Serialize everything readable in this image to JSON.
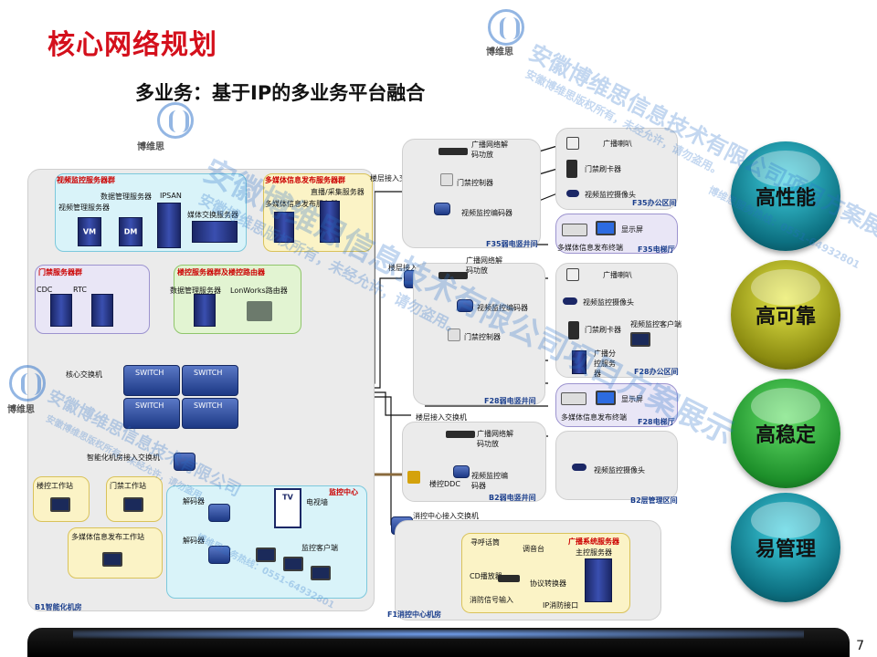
{
  "slide": {
    "title": "核心网络规划",
    "subtitle": "多业务：基于IP的多业务平台融合",
    "page_number": "7"
  },
  "features": [
    {
      "label": "高性能",
      "color": "#0f7f93"
    },
    {
      "label": "高可靠",
      "color": "#8a8a10"
    },
    {
      "label": "高稳定",
      "color": "#1d8f2a"
    },
    {
      "label": "易管理",
      "color": "#0f7f93"
    }
  ],
  "watermark": {
    "company": "安徽博维思信息技术有限公司项目方案展示",
    "company_short": "安徽博维思信息技术有限公司",
    "copyright": "安徽博维思版权所有，未经允许，请勿盗用。",
    "hotline": "博维思服务热线：0551-64932801",
    "logo_text": "博维思"
  },
  "b1": {
    "room_label": "B1智能化机房",
    "video_group": {
      "title": "视频监控服务器群",
      "items": [
        "数据管理服务器",
        "IPSAN",
        "视频管理服务器",
        "媒体交换服务器"
      ],
      "tags": [
        "VM",
        "DM"
      ]
    },
    "info_group": {
      "title": "多媒体信息发布服务器群",
      "items": [
        "直播/采集服务器",
        "多媒体信息发布服务器"
      ]
    },
    "access_group": {
      "title": "门禁服务器群",
      "items": [
        "CDC",
        "RTC"
      ]
    },
    "bas_group": {
      "title": "楼控服务器群及楼控路由器",
      "items": [
        "数据管理服务器",
        "LonWorks路由器"
      ]
    },
    "core_switch": "核心交换机",
    "core_switch_tags": [
      "SWITCH",
      "SWITCH",
      "SWITCH",
      "SWITCH"
    ],
    "access_switch": "智能化机房接入交换机",
    "workstations": [
      "楼控工作站",
      "门禁工作站",
      "多媒体信息发布工作站"
    ],
    "monitor_center": {
      "title": "监控中心",
      "items": [
        "电视墙",
        "解码器",
        "解码器",
        "监控客户端"
      ],
      "tv_tag": "TV"
    }
  },
  "f35": {
    "switch": "楼层接入交换机",
    "shaft": "F35弱电竖井间",
    "office": "F35办公区间",
    "lobby": "F35电梯厅",
    "items": [
      "广播网络解码功放",
      "门禁控制器",
      "视频监控编码器",
      "广播喇叭",
      "门禁刷卡器",
      "视频监控摄像头",
      "显示屏",
      "多媒体信息发布终端"
    ]
  },
  "f28": {
    "switch": "楼层接入交换机",
    "shaft": "F28弱电竖井间",
    "office": "F28办公区间",
    "lobby": "F28电梯厅",
    "items": [
      "广播网络解码功放",
      "视频监控编码器",
      "门禁控制器",
      "广播喇叭",
      "视频监控摄像头",
      "门禁刷卡器",
      "视频监控客户端",
      "广播分控服务器",
      "显示屏",
      "多媒体信息发布终端"
    ]
  },
  "b2": {
    "switch": "楼层接入交换机",
    "shaft": "B2弱电竖井间",
    "office": "B2层管理区间",
    "items": [
      "广播网络解码功放",
      "楼控DDC",
      "视频监控编码器",
      "视频监控摄像头"
    ]
  },
  "f1": {
    "switch": "消控中心接入交换机",
    "room_label": "F1消控中心机房",
    "broadcast_group": "广播系统服务器",
    "items": [
      "寻呼话筒",
      "调音台",
      "主控服务器",
      "CD播放器",
      "协议转换器",
      "消防信号输入",
      "IP消防接口"
    ]
  }
}
